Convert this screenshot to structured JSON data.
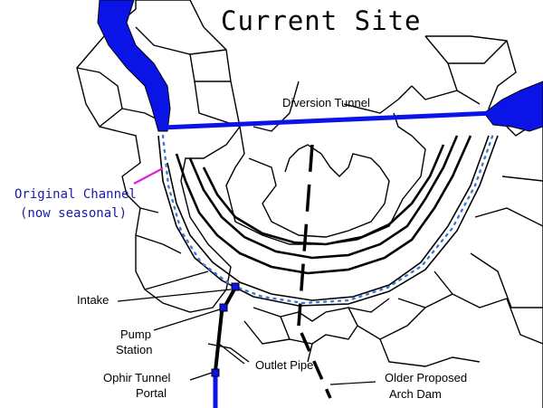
{
  "title": "Current Site",
  "labels": {
    "diversion_tunnel": "Diversion Tunnel",
    "original_channel_line1": "Original Channel",
    "original_channel_line2": "(now seasonal)",
    "intake": "Intake",
    "pump_station_line1": "Pump",
    "pump_station_line2": "Station",
    "outlet_pipe": "Outlet Pipe",
    "ophir_portal_line1": "Ophir Tunnel",
    "ophir_portal_line2": "Portal",
    "arch_dam_line1": "Older Proposed",
    "arch_dam_line2": "Arch Dam"
  },
  "colors": {
    "water": "#0a14e6",
    "channel_dots": "#3c78d8",
    "channel_label": "#1a1aa8",
    "callout_magenta": "#e020e0",
    "ink": "#000000"
  }
}
